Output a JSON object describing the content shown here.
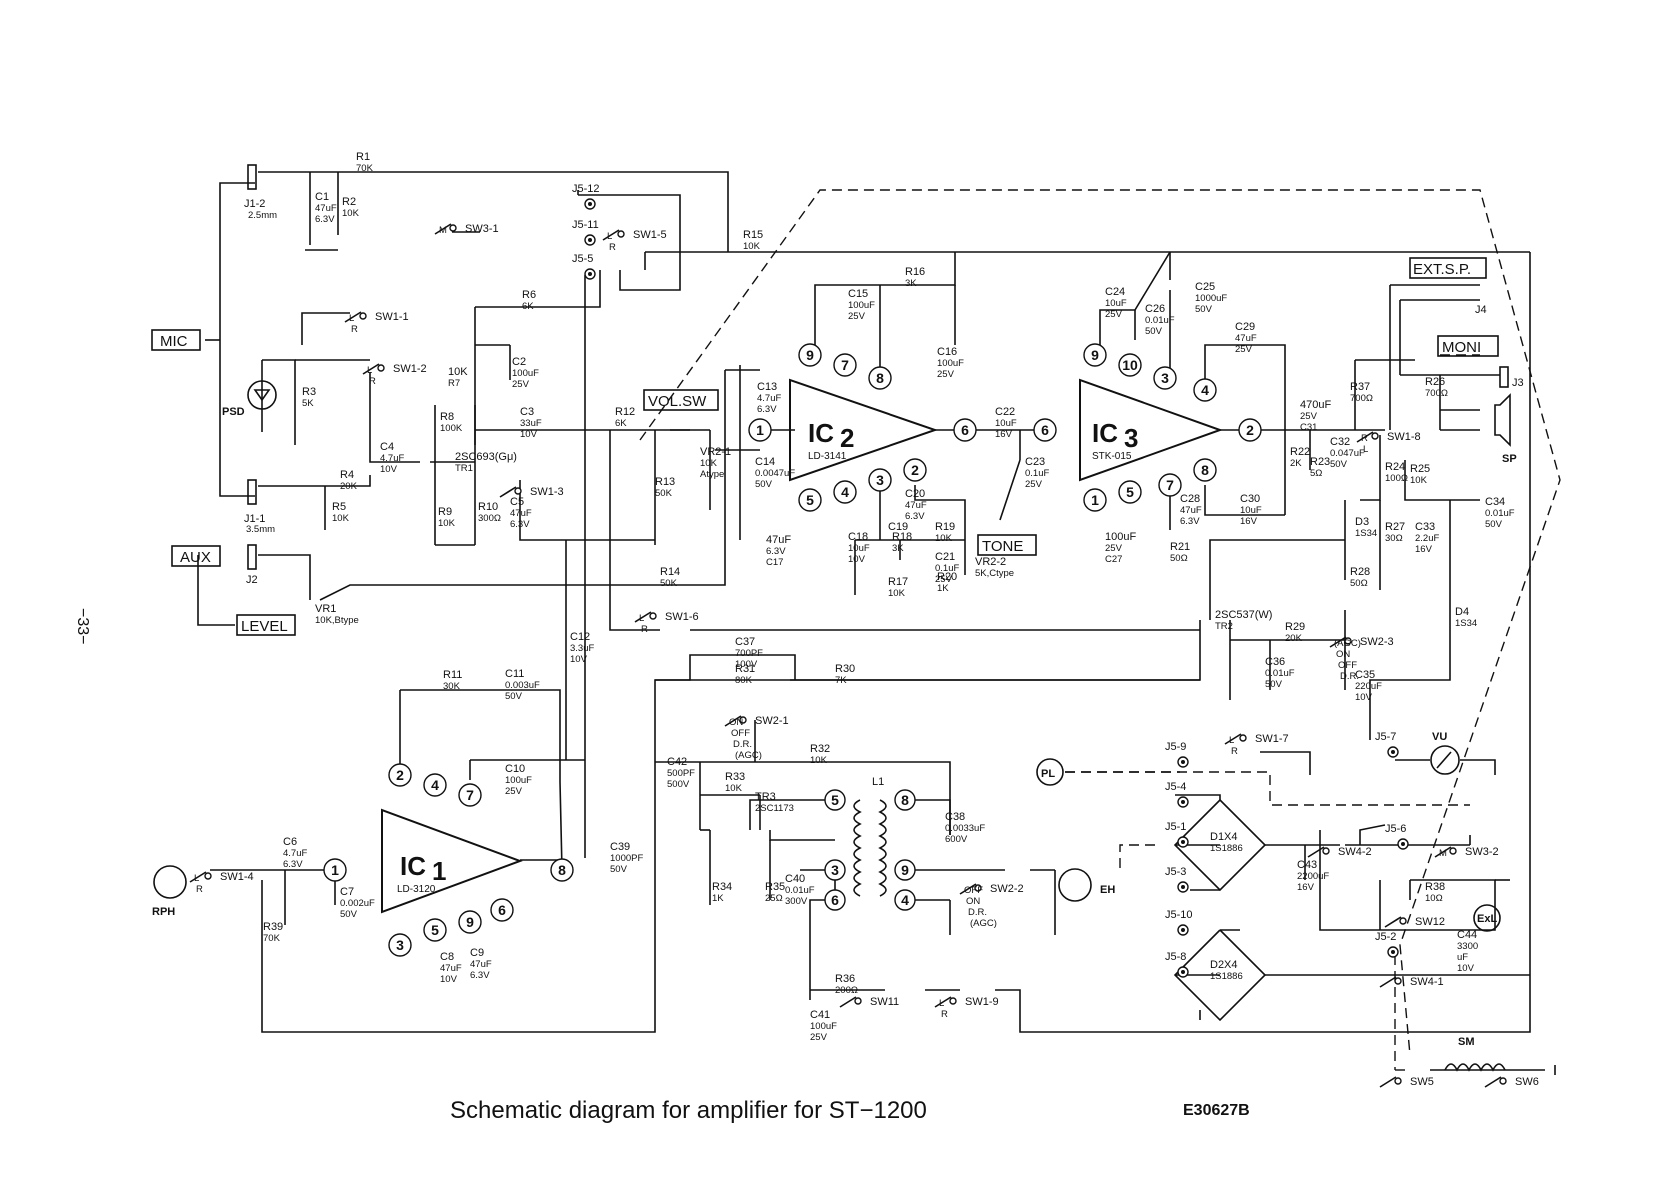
{
  "title": "Schematic diagram for amplifier for ST−1200",
  "doc_code": "E30627B",
  "page_number": "−33−",
  "boxed_labels": {
    "mic": "MIC",
    "aux": "AUX",
    "level": "LEVEL",
    "volsw": "VOL.SW",
    "tone": "TONE",
    "extsp": "EXT.S.P.",
    "moni": "MONI"
  },
  "ics": [
    {
      "id": "ic1",
      "name": "IC",
      "num": "1",
      "part": "LD-3120",
      "pins": [
        "1",
        "2",
        "3",
        "4",
        "5",
        "6",
        "7",
        "8",
        "9"
      ]
    },
    {
      "id": "ic2",
      "name": "IC",
      "num": "2",
      "part": "LD-3141",
      "pins": [
        "1",
        "2",
        "3",
        "4",
        "5",
        "6",
        "7",
        "8",
        "9"
      ]
    },
    {
      "id": "ic3",
      "name": "IC",
      "num": "3",
      "part": "STK-015",
      "pins": [
        "1",
        "2",
        "3",
        "4",
        "5",
        "6",
        "7",
        "8",
        "9",
        "10"
      ]
    }
  ],
  "ic_io_pins": [
    "6",
    "6",
    "2"
  ],
  "connectors": [
    "J1-2",
    "2.5mm",
    "J1-1",
    "3.5mm",
    "J2",
    "J3",
    "J4",
    "RPH",
    "EH",
    "SP",
    "PSD",
    "VU",
    "PL",
    "ExL",
    "SM"
  ],
  "components": {
    "R1": [
      "R1",
      "70K"
    ],
    "R2": [
      "R2",
      "10K"
    ],
    "C1": [
      "C1",
      "47uF",
      "6.3V"
    ],
    "R3": [
      "R3",
      "5K"
    ],
    "R4": [
      "R4",
      "20K"
    ],
    "R5": [
      "R5",
      "10K"
    ],
    "C4": [
      "C4",
      "4.7uF",
      "10V"
    ],
    "R6": [
      "R6",
      "6K"
    ],
    "R7": [
      "10K",
      "R7"
    ],
    "C2": [
      "C2",
      "100uF",
      "25V"
    ],
    "R8": [
      "R8",
      "100K"
    ],
    "TR1": [
      "2SC693(Gμ)",
      "TR1"
    ],
    "C3": [
      "C3",
      "33uF",
      "10V"
    ],
    "R9": [
      "R9",
      "10K"
    ],
    "R10": [
      "R10",
      "300Ω"
    ],
    "C5": [
      "C5",
      "47uF",
      "6.3V"
    ],
    "R12": [
      "R12",
      "6K"
    ],
    "R13": [
      "R13",
      "50K"
    ],
    "VR2-1": [
      "VR2-1",
      "10K",
      "Atype"
    ],
    "VR1": [
      "VR1",
      "10K,Btype"
    ],
    "R14": [
      "R14",
      "50K"
    ],
    "R15": [
      "R15",
      "10K"
    ],
    "C12": [
      "C12",
      "3.3uF",
      "10V"
    ],
    "R11": [
      "R11",
      "30K"
    ],
    "C11": [
      "C11",
      "0.003uF",
      "50V"
    ],
    "C10": [
      "C10",
      "100uF",
      "25V"
    ],
    "C6": [
      "C6",
      "4.7uF",
      "6.3V"
    ],
    "R39": [
      "R39",
      "70K"
    ],
    "C7": [
      "C7",
      "0.002uF",
      "50V"
    ],
    "C8": [
      "C8",
      "47uF",
      "10V"
    ],
    "C9": [
      "C9",
      "47uF",
      "6.3V"
    ],
    "C13": [
      "C13",
      "4.7uF",
      "6.3V"
    ],
    "C14": [
      "C14",
      "0.0047uF",
      "50V"
    ],
    "C15": [
      "C15",
      "100uF",
      "25V"
    ],
    "R16": [
      "R16",
      "3K"
    ],
    "C16": [
      "C16",
      "100uF",
      "25V"
    ],
    "C17": [
      "47uF",
      "6.3V",
      "C17"
    ],
    "C18": [
      "C18",
      "10uF",
      "10V"
    ],
    "C19": [
      "C19"
    ],
    "C20": [
      "C20",
      "47uF",
      "6.3V"
    ],
    "R18": [
      "R18",
      "3K"
    ],
    "R19": [
      "R19",
      "10K"
    ],
    "R17": [
      "R17",
      "10K"
    ],
    "C21": [
      "C21",
      "0.1uF",
      "25V"
    ],
    "R20": [
      "R20",
      "1K"
    ],
    "VR2-2": [
      "VR2-2",
      "5K,Ctype"
    ],
    "C22": [
      "C22",
      "10uF",
      "16V"
    ],
    "C23": [
      "C23",
      "0.1uF",
      "25V"
    ],
    "C24": [
      "C24",
      "10uF",
      "25V"
    ],
    "C26": [
      "C26",
      "0.01uF",
      "50V"
    ],
    "C25": [
      "C25",
      "1000uF",
      "50V"
    ],
    "C29": [
      "C29",
      "47uF",
      "25V"
    ],
    "C27": [
      "100uF",
      "25V",
      "C27"
    ],
    "C28": [
      "C28",
      "47uF",
      "6.3V"
    ],
    "R21": [
      "R21",
      "50Ω"
    ],
    "C30": [
      "C30",
      "10uF",
      "16V"
    ],
    "R22": [
      "R22",
      "2K"
    ],
    "C31": [
      "470uF",
      "25V",
      "C31"
    ],
    "C32": [
      "C32",
      "0.047uF",
      "50V"
    ],
    "R23": [
      "R23",
      "5Ω"
    ],
    "R37": [
      "R37",
      "700Ω"
    ],
    "R26": [
      "R26",
      "700Ω"
    ],
    "R24": [
      "R24",
      "100Ω"
    ],
    "R25": [
      "R25",
      "10K"
    ],
    "D3": [
      "D3",
      "1S34"
    ],
    "R27": [
      "R27",
      "30Ω"
    ],
    "C33": [
      "C33",
      "2.2uF",
      "16V"
    ],
    "C34": [
      "C34",
      "0.01uF",
      "50V"
    ],
    "R28": [
      "R28",
      "50Ω"
    ],
    "D4": [
      "D4",
      "1S34"
    ],
    "TR2": [
      "2SC537(W)",
      "TR2"
    ],
    "R29": [
      "R29",
      "20K"
    ],
    "C36": [
      "C36",
      "0.01uF",
      "50V"
    ],
    "C35": [
      "C35",
      "220uF",
      "10V"
    ],
    "C37": [
      "C37",
      "700PF",
      "100V"
    ],
    "R31": [
      "R31",
      "80K"
    ],
    "R30": [
      "R30",
      "7K"
    ],
    "C42": [
      "C42",
      "500PF",
      "500V"
    ],
    "R32": [
      "R32",
      "10K"
    ],
    "R33": [
      "R33",
      "10K"
    ],
    "TR3": [
      "TR3",
      "2SC1173"
    ],
    "C39": [
      "C39",
      "1000PF",
      "50V"
    ],
    "R34": [
      "R34",
      "1K"
    ],
    "R35": [
      "R35",
      "25Ω"
    ],
    "C40": [
      "C40",
      "0.01uF",
      "300V"
    ],
    "L1": [
      "L1"
    ],
    "C38": [
      "C38",
      "0.0033uF",
      "600V"
    ],
    "R36": [
      "R36",
      "200Ω"
    ],
    "C41": [
      "C41",
      "100uF",
      "25V"
    ],
    "D1": [
      "D1X4",
      "1S1886"
    ],
    "C43": [
      "C43",
      "2200uF",
      "16V"
    ],
    "D2": [
      "D2X4",
      "1S1886"
    ],
    "R38": [
      "R38",
      "10Ω"
    ],
    "C44": [
      "C44",
      "3300",
      "uF",
      "10V"
    ]
  },
  "switches": {
    "SW1-1": [
      "SW1-1",
      "L",
      "R"
    ],
    "SW1-2": [
      "SW1-2",
      "L",
      "R"
    ],
    "SW3-1": [
      "SW3-1",
      "M"
    ],
    "SW1-5": [
      "SW1-5",
      "L",
      "R"
    ],
    "SW1-3": [
      "SW1-3"
    ],
    "SW1-6": [
      "SW1-6",
      "L",
      "R"
    ],
    "SW1-4": [
      "SW1-4",
      "L",
      "R"
    ],
    "SW2-1": [
      "SW2-1",
      "ON",
      "OFF",
      "D.R.",
      "(AGC)"
    ],
    "SW2-2": [
      "SW2-2",
      "OFF",
      "ON",
      "D.R.",
      "(AGC)"
    ],
    "SW11": [
      "SW11"
    ],
    "SW1-9": [
      "SW1-9",
      "L",
      "R"
    ],
    "SW1-7": [
      "SW1-7",
      "L",
      "R"
    ],
    "SW1-8": [
      "SW1-8",
      "R",
      "L"
    ],
    "SW2-3": [
      "SW2-3",
      "(AGC)",
      "ON",
      "OFF",
      "D.R."
    ],
    "SW4-2": [
      "SW4-2"
    ],
    "SW3-2": [
      "SW3-2",
      "M"
    ],
    "SW12": [
      "SW12"
    ],
    "SW4-1": [
      "SW4-1"
    ],
    "SW5": [
      "SW5"
    ],
    "SW6": [
      "SW6"
    ]
  },
  "jacks": [
    "J5-12",
    "J5-11",
    "J5-5",
    "J5-9",
    "J5-4",
    "J5-1",
    "J5-3",
    "J5-10",
    "J5-8",
    "J5-6",
    "J5-2",
    "J5-7"
  ],
  "pin_numbers": {
    "coil_left": [
      "5",
      "3",
      "6"
    ],
    "coil_right": [
      "8",
      "9",
      "4"
    ]
  }
}
